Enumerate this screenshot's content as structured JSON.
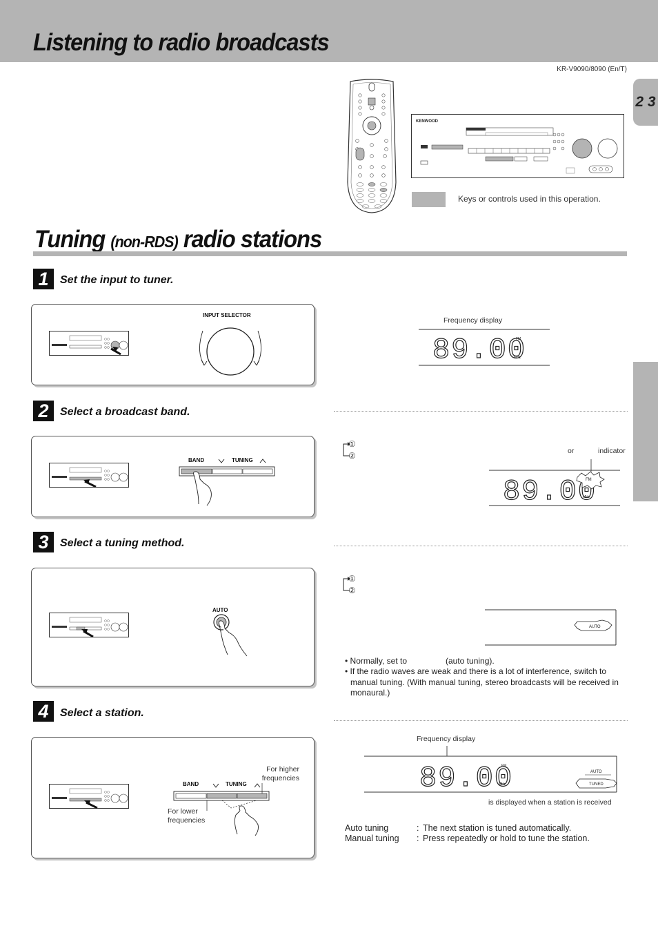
{
  "header": {
    "title": "Listening to radio broadcasts",
    "model": "KR-V9090/8090 (En/T)",
    "page_number": "2 3"
  },
  "legend": {
    "text": "Keys or controls used in this operation.",
    "brand": "KENWOOD"
  },
  "section": {
    "title_part1": "Tuning ",
    "title_small": "(non-RDS)",
    "title_part2": " radio stations"
  },
  "steps": [
    {
      "number": "1",
      "label": "Set the input to tuner.",
      "control_label": "INPUT SELECTOR"
    },
    {
      "number": "2",
      "label": "Select a broadcast band.",
      "band_label": "BAND",
      "tuning_label": "TUNING"
    },
    {
      "number": "3",
      "label": "Select a tuning method.",
      "auto_label": "AUTO"
    },
    {
      "number": "4",
      "label": "Select a station.",
      "band_label": "BAND",
      "tuning_label": "TUNING",
      "higher_label": "For higher frequencies",
      "lower_label": "For lower frequencies"
    }
  ],
  "displays": {
    "freq_label_1": "Frequency display",
    "freq_value": "89.00",
    "fm": "FM",
    "mhz": "MHz",
    "band_marker_1": "①",
    "band_marker_2": "②",
    "or_text": "or",
    "indicator_text": "indicator",
    "auto_indicator": "AUTO",
    "method_marker_1": "①",
    "method_marker_2": "②",
    "freq_label_4": "Frequency display",
    "tuned_indicator": "TUNED",
    "tuned_caption": "is displayed when a station is received"
  },
  "notes": [
    {
      "prefix": "• Normally, set to",
      "suffix": "(auto tuning)."
    },
    {
      "text": "• If the radio waves are weak and there is a lot of interference, switch to manual tuning. (With manual tuning, stereo broadcasts will be received in monaural.)"
    }
  ],
  "tuning_modes": [
    {
      "name": "Auto tuning",
      "sep": ":",
      "desc": "The next station is tuned automatically."
    },
    {
      "name": "Manual tuning",
      "sep": ":",
      "desc": "Press repeatedly or hold to tune the station."
    }
  ]
}
